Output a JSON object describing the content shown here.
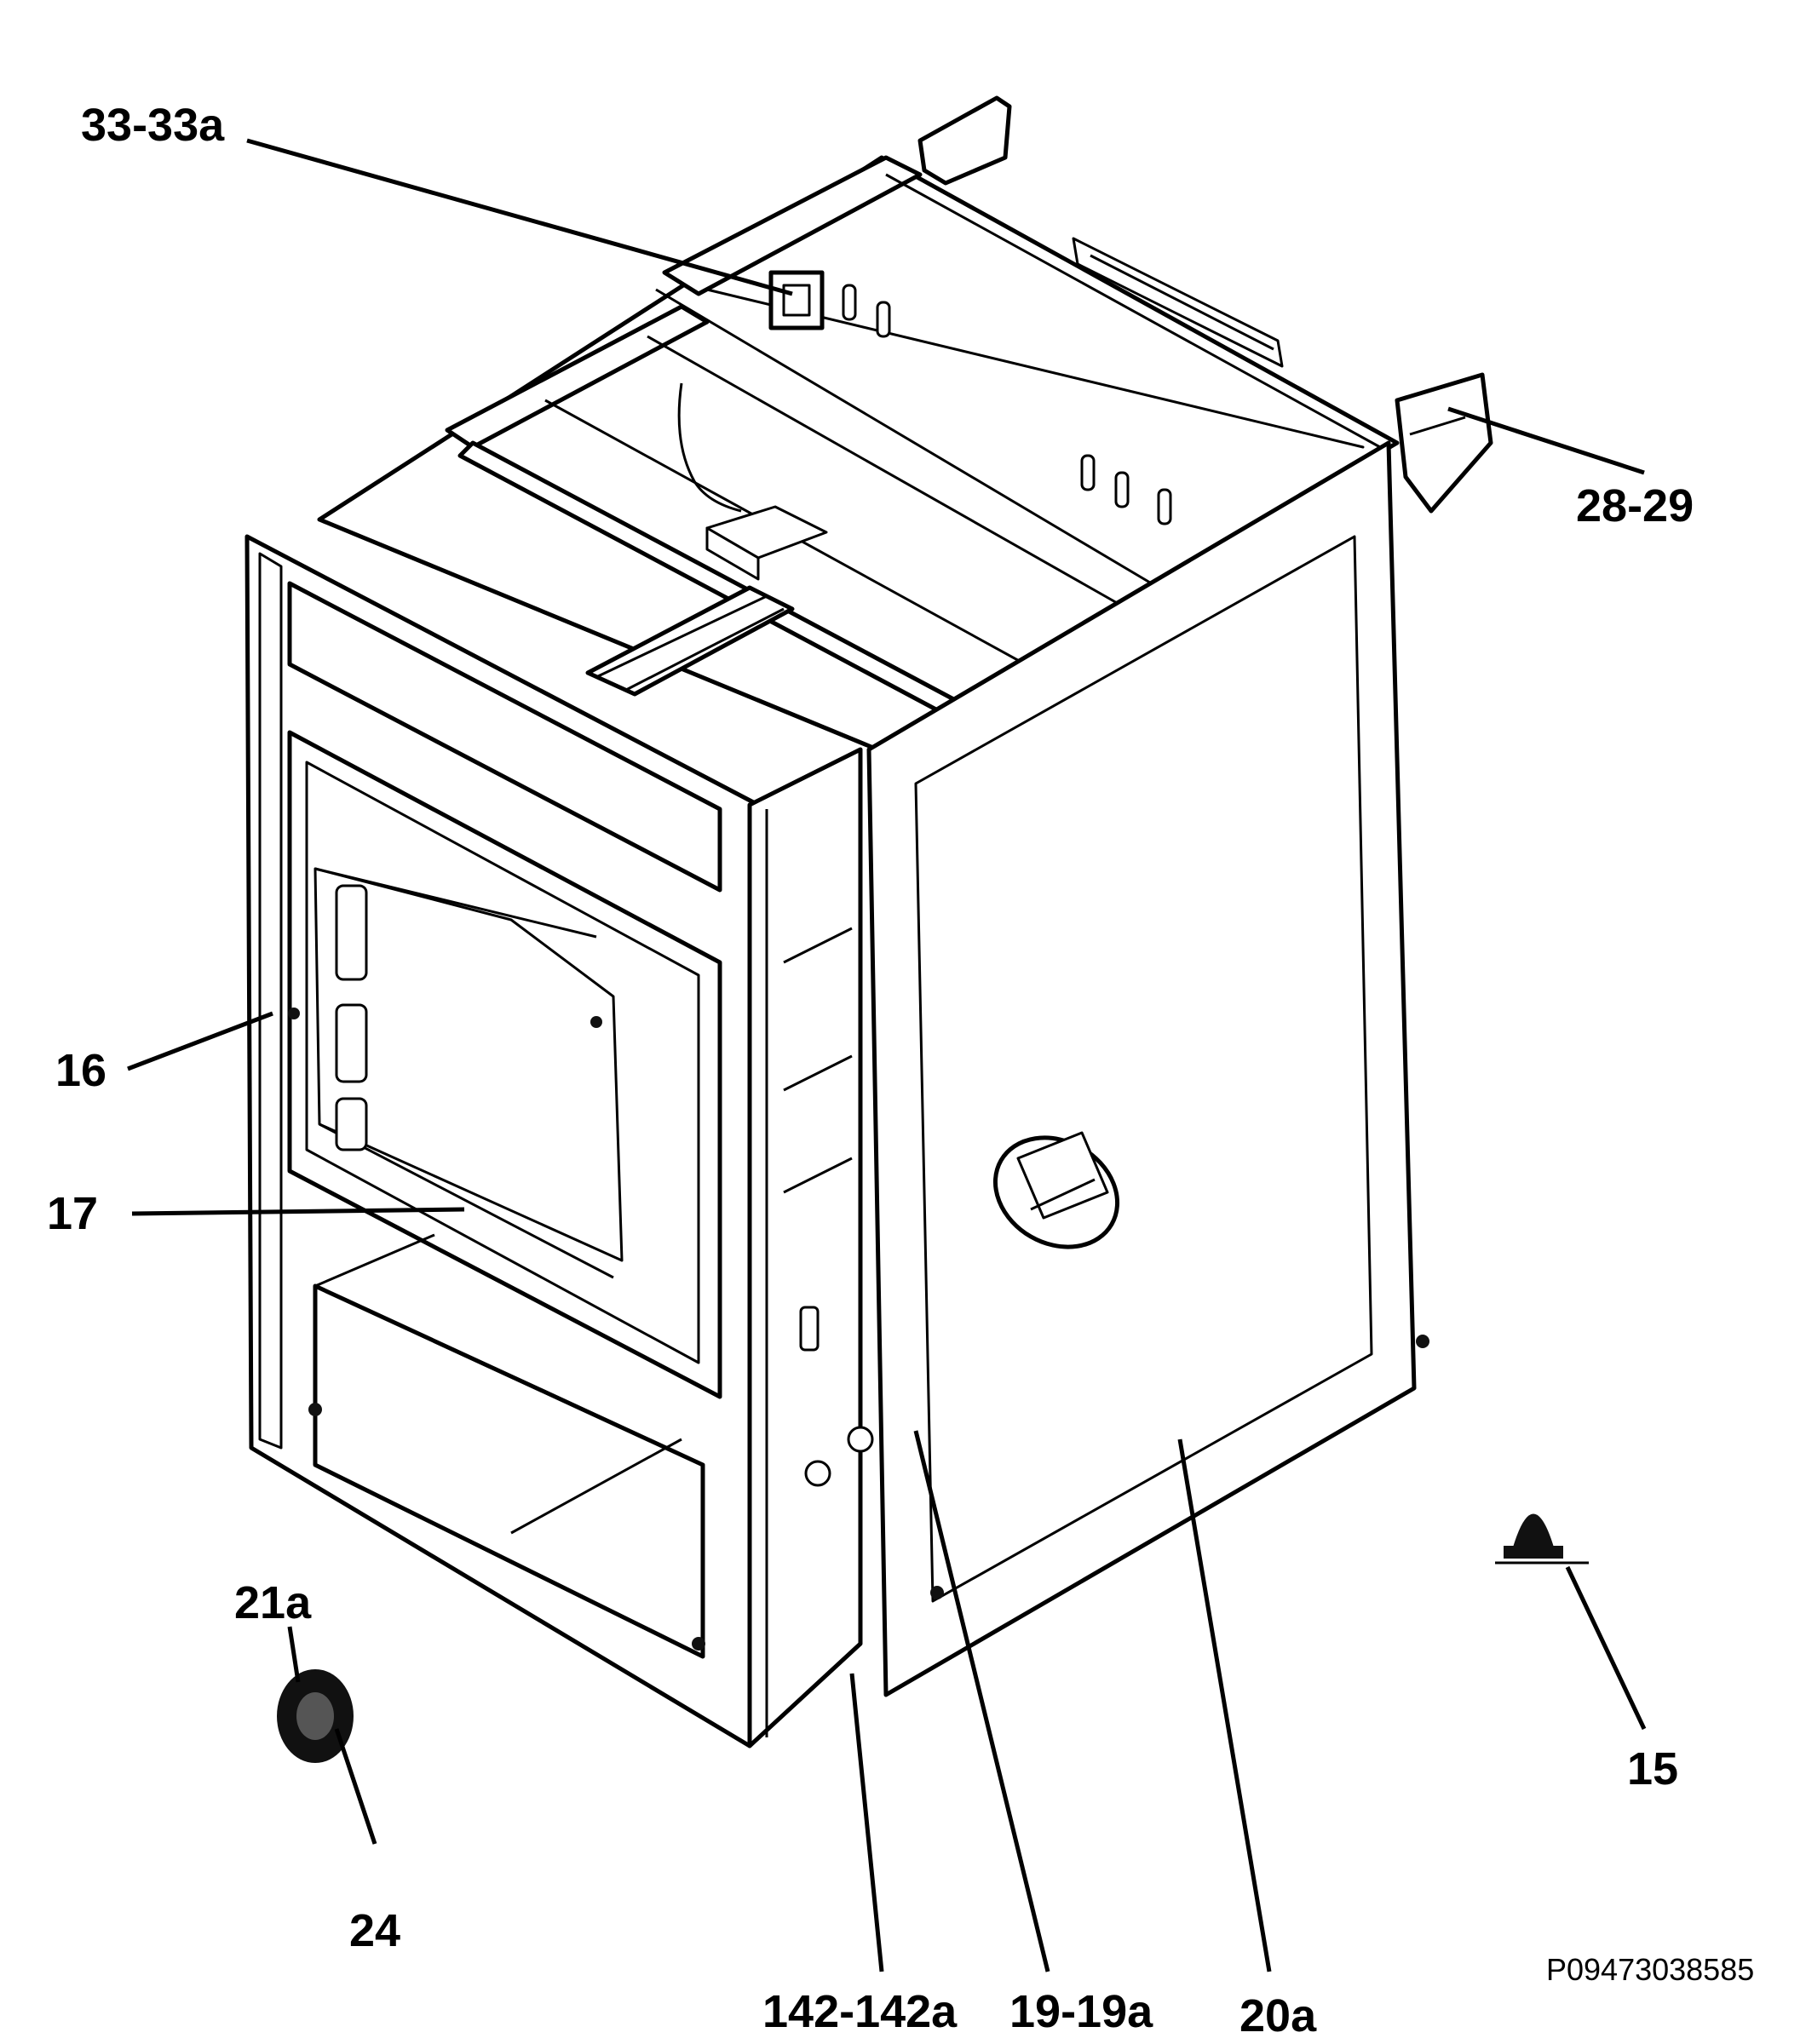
{
  "diagram": {
    "callouts": {
      "c33": "33-33a",
      "c28": "28-29",
      "c16": "16",
      "c17": "17",
      "c21a": "21a",
      "c24": "24",
      "c142": "142-142a",
      "c19": "19-19a",
      "c20a": "20a",
      "c15": "15"
    },
    "reference_code": "P09473038585"
  }
}
